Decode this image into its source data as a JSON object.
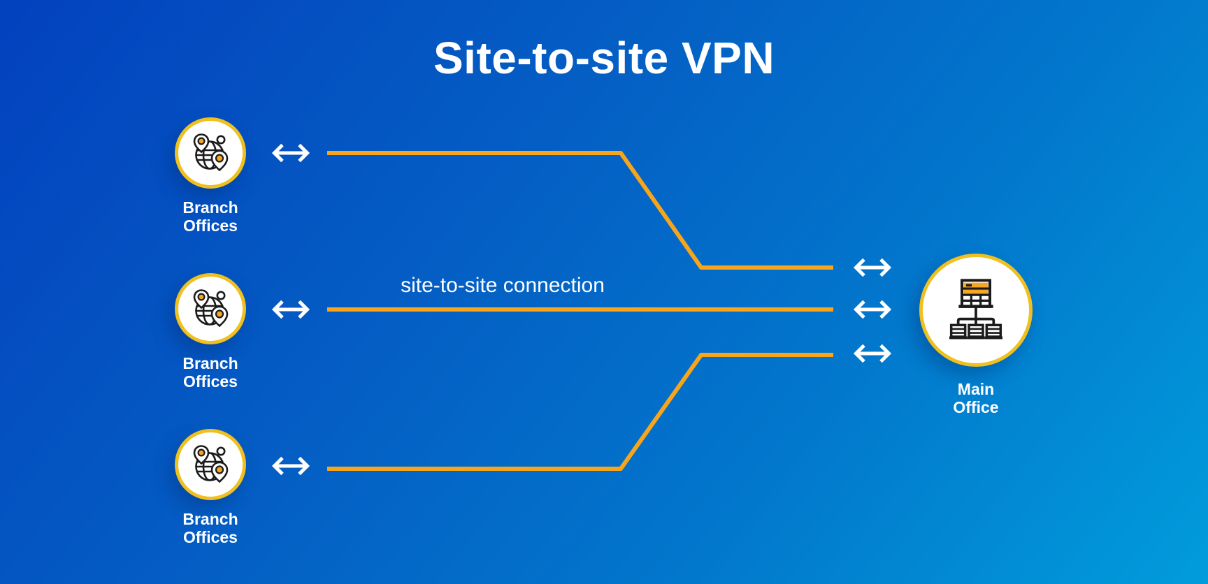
{
  "title": "Site-to-site VPN",
  "connection_label": "site-to-site connection",
  "branches": [
    {
      "label": "Branch\nOffices",
      "icon": "globe-location-pins-icon"
    },
    {
      "label": "Branch\nOffices",
      "icon": "globe-location-pins-icon"
    },
    {
      "label": "Branch\nOffices",
      "icon": "globe-location-pins-icon"
    }
  ],
  "main_office": {
    "label": "Main\nOffice",
    "icon": "office-network-icon"
  },
  "arrows": {
    "icon": "double-headed-arrow-icon"
  },
  "colors": {
    "background_gradient_start": "#0341BE",
    "background_gradient_end": "#019CDB",
    "connection_line": "#F9A51B",
    "circle_border": "#EFC01F",
    "icon_accent": "#F5A623",
    "icon_stroke": "#1B1B1B",
    "text": "#FFFFFF"
  }
}
